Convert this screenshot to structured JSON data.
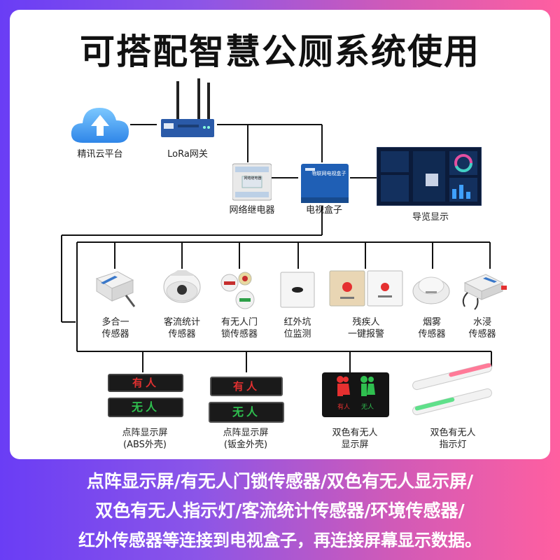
{
  "title": "可搭配智慧公厕系统使用",
  "top_row": {
    "cloud_label": "精讯云平台",
    "gateway_label": "LoRa网关",
    "relay_label": "网络继电器",
    "relay_screen_text": "网络继电器",
    "tvbox_label": "电视盒子",
    "tvbox_screen_text": "物联网电视盒子",
    "display_label": "导览显示"
  },
  "sensors": [
    {
      "line1": "多合一",
      "line2": "传感器"
    },
    {
      "line1": "客流统计",
      "line2": "传感器"
    },
    {
      "line1": "有无人门",
      "line2": "锁传感器"
    },
    {
      "line1": "红外坑",
      "line2": "位监测"
    },
    {
      "line1": "残疾人",
      "line2": "一键报警"
    },
    {
      "line1": "烟雾",
      "line2": "传感器"
    },
    {
      "line1": "水浸",
      "line2": "传感器"
    }
  ],
  "displays": [
    {
      "line1": "点阵显示屏",
      "line2": "(ABS外壳)"
    },
    {
      "line1": "点阵显示屏",
      "line2": "(钣金外壳)"
    },
    {
      "line1": "双色有无人",
      "line2": "显示屏"
    },
    {
      "line1": "双色有无人",
      "line2": "指示灯"
    }
  ],
  "led_texts": {
    "occupied": "有人",
    "vacant": "无人",
    "occupied_small": "有人",
    "vacant_small": "无人"
  },
  "bottom_lines": [
    "点阵显示屏/有无人门锁传感器/双色有无人显示屏/",
    "双色有无人指示灯/客流统计传感器/环境传感器/",
    "红外传感器等连接到电视盒子，再连接屏幕显示数据。"
  ],
  "colors": {
    "accent_blue": "#2f7fd6",
    "bg_left": "#6a3df5",
    "bg_right": "#ff5fa0",
    "red": "#e53030",
    "green": "#2fbf4f"
  }
}
